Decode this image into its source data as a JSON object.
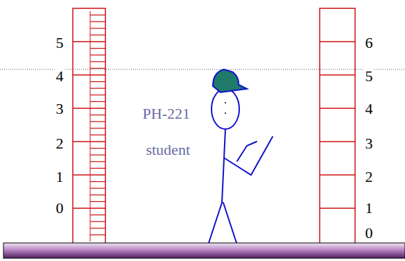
{
  "diagram": {
    "labels": [
      "5",
      "4",
      "3",
      "2",
      "1",
      "0",
      "PH-221 student",
      "6",
      "5",
      "4",
      "3",
      "2",
      "1",
      "0"
    ]
  }
}
